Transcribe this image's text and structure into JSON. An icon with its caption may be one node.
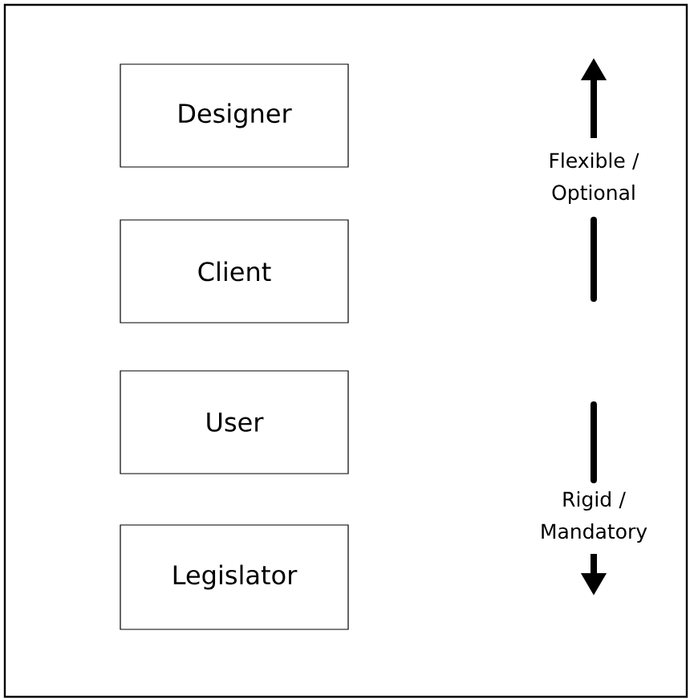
{
  "diagram": {
    "nodes": [
      {
        "text": [
          "Designer"
        ]
      },
      {
        "text": [
          "Client"
        ]
      },
      {
        "text": [
          "User"
        ]
      },
      {
        "text": [
          "Legislator"
        ]
      }
    ],
    "labels": [
      "Flexible / Optional",
      "Rigid / Mandatory"
    ]
  }
}
